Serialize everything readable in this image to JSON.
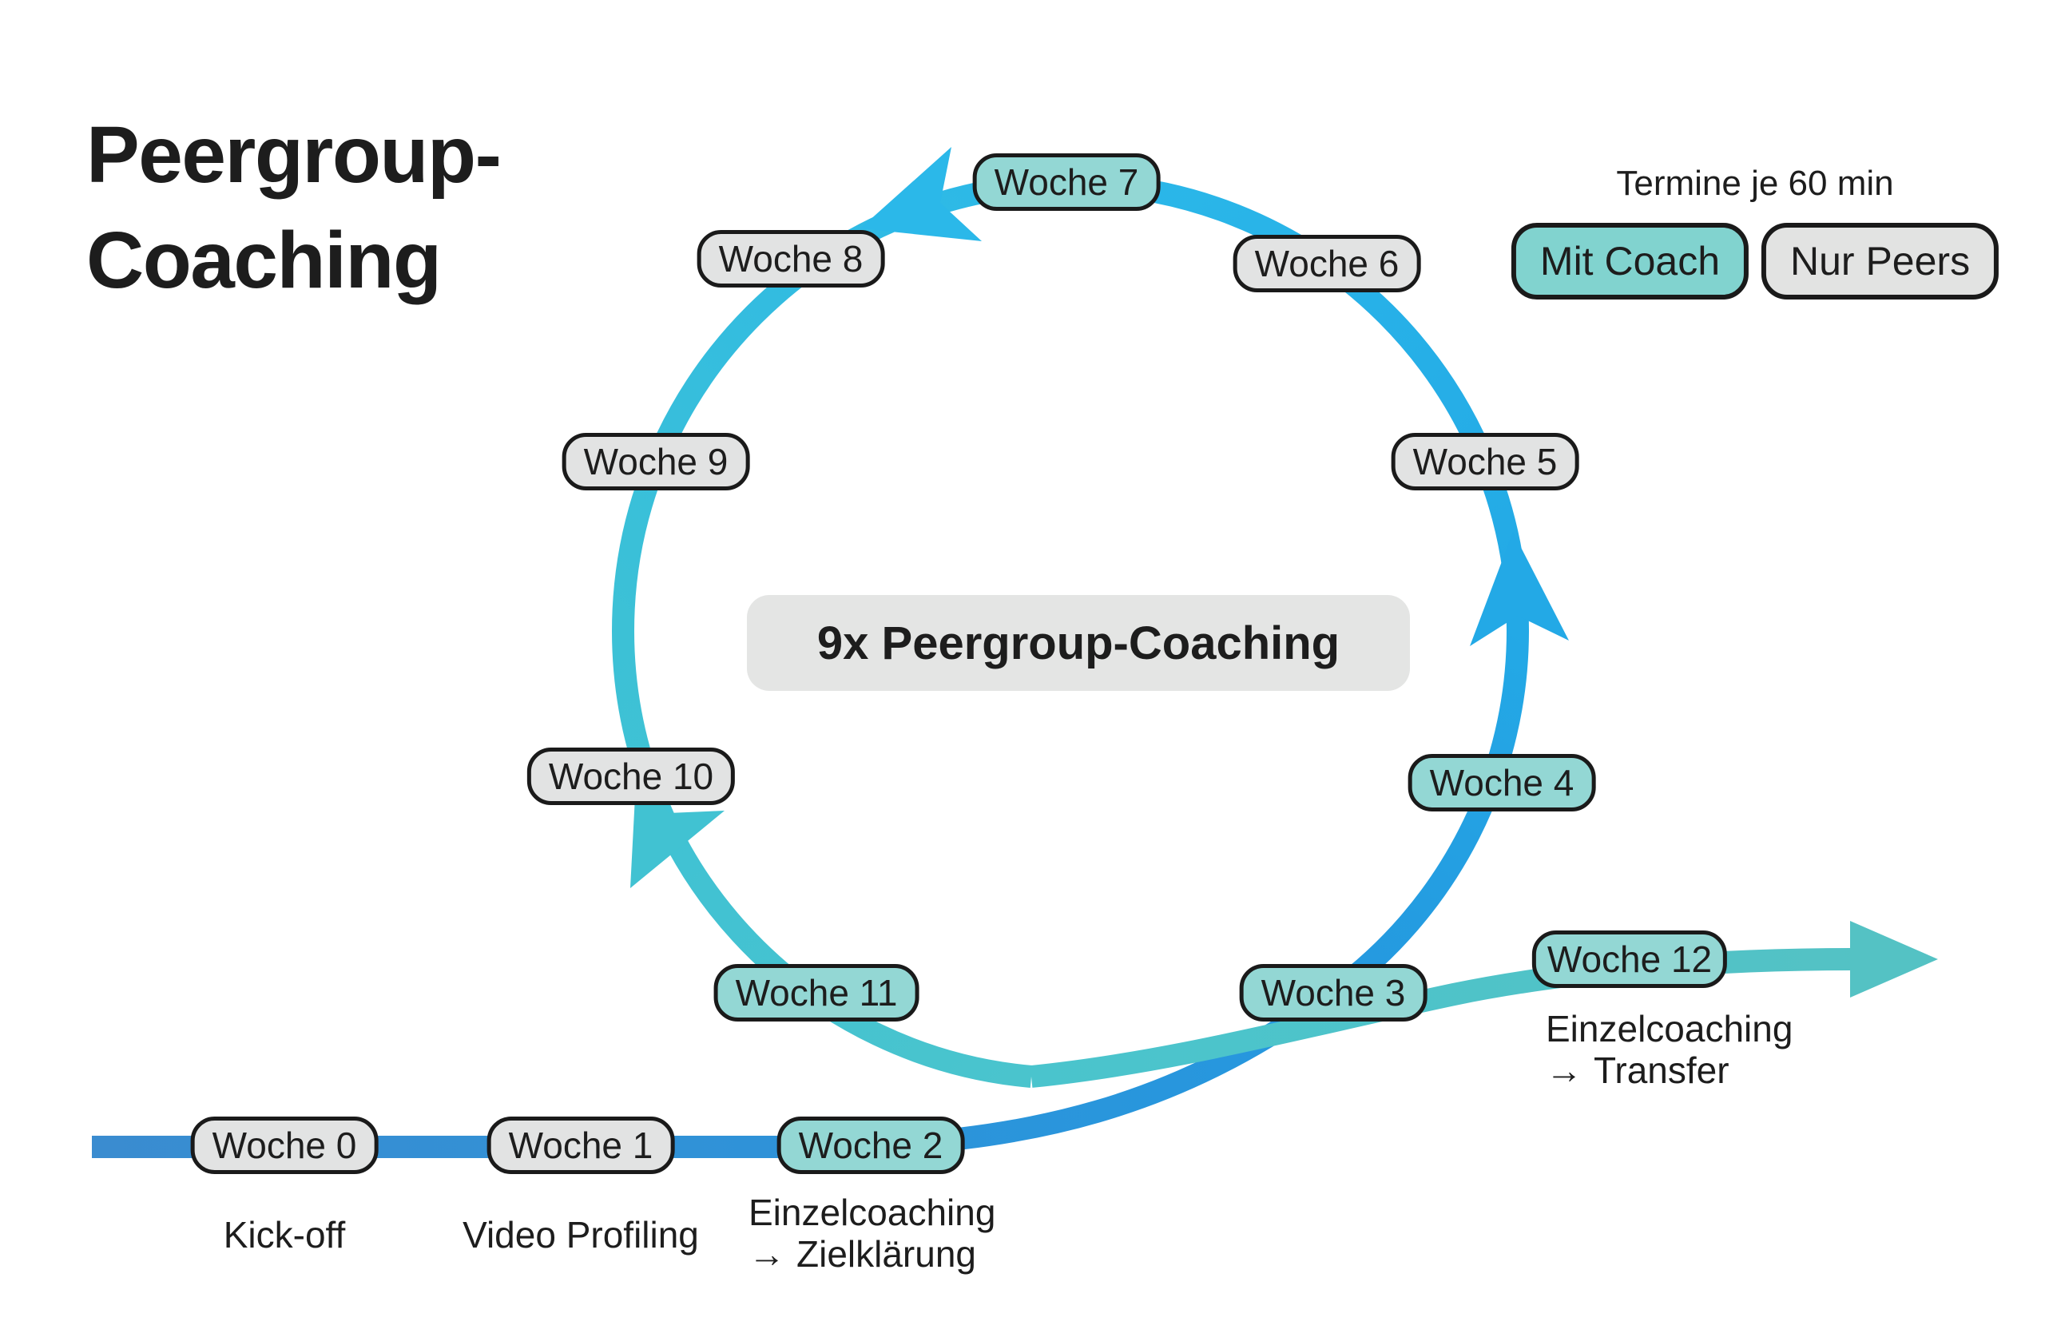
{
  "title": {
    "line1": "Peergroup-",
    "line2": "Coaching"
  },
  "legend": {
    "heading": "Termine je 60 min",
    "items": [
      {
        "label": "Mit Coach",
        "type": "coach"
      },
      {
        "label": "Nur Peers",
        "type": "peers"
      }
    ]
  },
  "center_label": "9x Peergroup-Coaching",
  "icons": {
    "long_arrow": "→"
  },
  "weeks": [
    {
      "label": "Woche 0",
      "type": "peers",
      "caption": "Kick-off"
    },
    {
      "label": "Woche 1",
      "type": "peers",
      "caption": "Video Profiling"
    },
    {
      "label": "Woche 2",
      "type": "coach",
      "caption_line1": "Einzelcoaching",
      "caption_line2": "Zielklärung"
    },
    {
      "label": "Woche 3",
      "type": "coach"
    },
    {
      "label": "Woche 4",
      "type": "coach"
    },
    {
      "label": "Woche 5",
      "type": "peers"
    },
    {
      "label": "Woche 6",
      "type": "peers"
    },
    {
      "label": "Woche 7",
      "type": "coach"
    },
    {
      "label": "Woche 8",
      "type": "peers"
    },
    {
      "label": "Woche 9",
      "type": "peers"
    },
    {
      "label": "Woche 10",
      "type": "peers"
    },
    {
      "label": "Woche 11",
      "type": "coach"
    },
    {
      "label": "Woche 12",
      "type": "coach",
      "caption_line1": "Einzelcoaching",
      "caption_line2": "Transfer"
    }
  ],
  "colors": {
    "entry_start": "#3A8CD0",
    "entry_end": "#2598DF",
    "right_mid": "#23A9E6",
    "top": "#2BB8E9",
    "left": "#3CC1D6",
    "bottom": "#4AC4CD",
    "exit_end": "#54C2C4",
    "arrow_left_side": "#41C2D2",
    "week_coach_bg": "#93D7D4",
    "week_peers_bg": "#E2E3E3",
    "legend_coach_bg": "#81D3CF",
    "legend_peers_bg": "#E2E3E2",
    "center_bg": "#E4E5E4",
    "outline": "#1A1A1A",
    "text": "#1D1D1D"
  }
}
